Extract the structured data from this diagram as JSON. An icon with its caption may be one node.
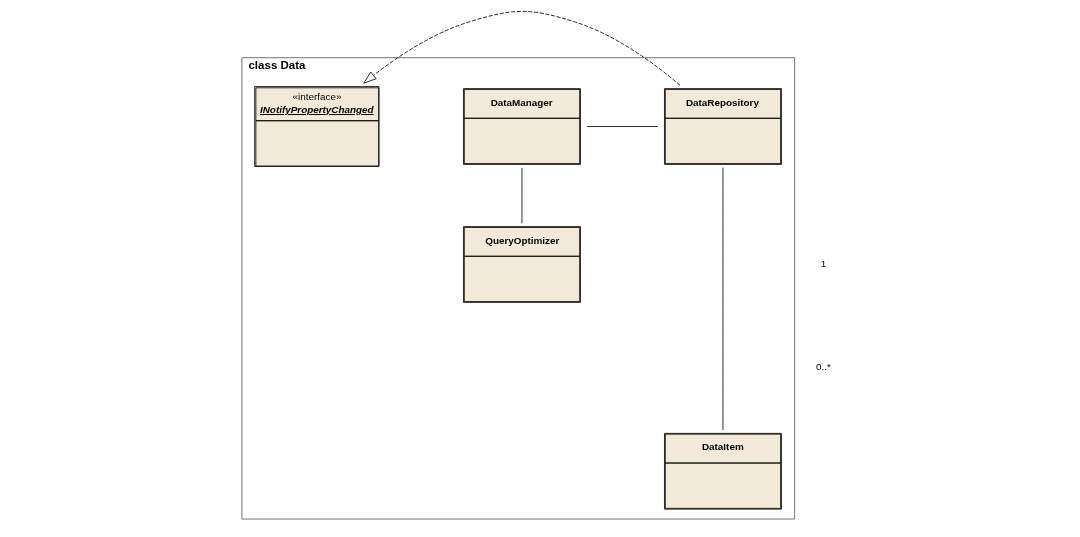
{
  "diagram": {
    "nodes": [
      {
        "text": [
          "class Data"
        ]
      },
      {
        "text": [
          "«interface»",
          "INotifyPropertyChanged"
        ],
        "in": 0
      },
      {
        "text": [
          "DataRepository"
        ],
        "in": 0
      },
      {
        "text": [
          "DataManager"
        ],
        "in": 0
      },
      {
        "text": [
          "DataItem"
        ],
        "in": 0
      },
      {
        "text": [
          "QueryOptimizer"
        ],
        "in": 0
      }
    ],
    "edges": [
      {
        "from": 2,
        "to": 1,
        "arrow": "to",
        "style": "dashed"
      },
      {
        "from": 2,
        "to": 3,
        "arrow": "none"
      },
      {
        "from": 2,
        "to": 4,
        "arrow": "none"
      },
      {
        "from": 3,
        "to": 5,
        "arrow": "none"
      }
    ],
    "labels": [
      "1",
      "0..*"
    ]
  }
}
